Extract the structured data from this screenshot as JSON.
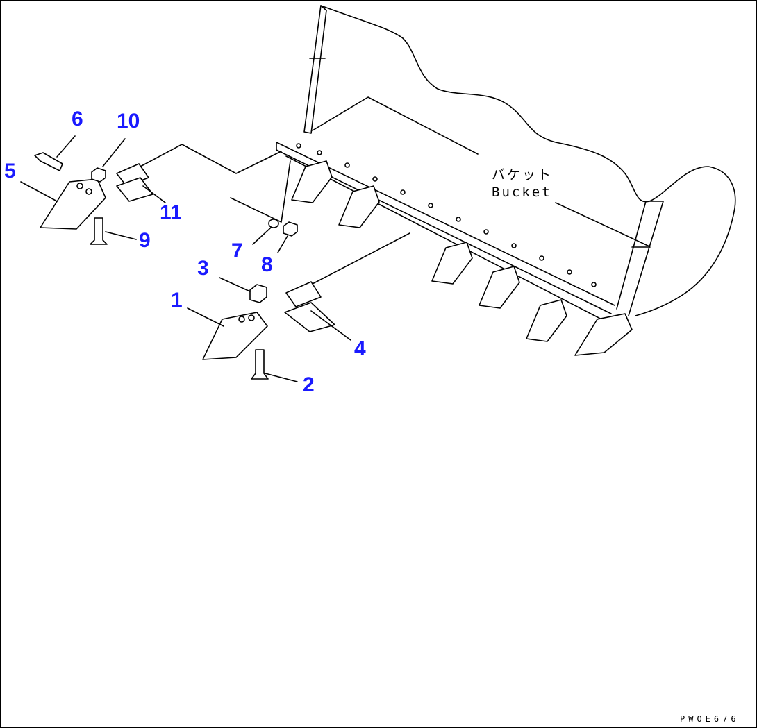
{
  "callouts": {
    "c1": "1",
    "c2": "2",
    "c3": "3",
    "c4": "4",
    "c5": "5",
    "c6": "6",
    "c7": "7",
    "c8": "8",
    "c9": "9",
    "c10": "10",
    "c11": "11"
  },
  "labels": {
    "bucket_jp": "バケット",
    "bucket_en": "Bucket",
    "drawing_code": "PWOE676"
  },
  "colors": {
    "callout": "#1a1aff",
    "line": "#000000",
    "background": "#ffffff"
  }
}
